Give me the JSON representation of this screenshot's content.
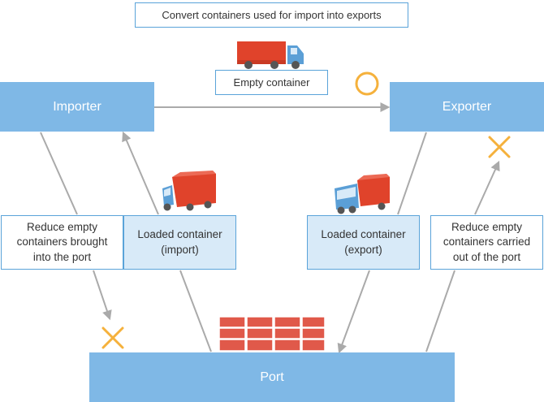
{
  "title": "Convert containers used for import into exports",
  "nodes": {
    "importer": "Importer",
    "exporter": "Exporter",
    "port": "Port"
  },
  "labels": {
    "empty_container": "Empty container",
    "loaded_import": "Loaded container\n(import)",
    "loaded_export": "Loaded container\n(export)",
    "reduce_brought": "Reduce empty\ncontainers brought\ninto the port",
    "reduce_carried": "Reduce empty\ncontainers carried\nout of the port"
  },
  "symbols": {
    "ok": "circle-symbol",
    "ng": "cross-symbol"
  },
  "colors": {
    "node": "#7fb8e6",
    "border": "#5aa3d9",
    "label_fill": "#d8eaf8",
    "arrow": "#aaaaaa",
    "truck_red": "#e0432b",
    "truck_blue": "#5b9fd6",
    "mark": "#f5b13c",
    "brick": "#e0594a"
  }
}
